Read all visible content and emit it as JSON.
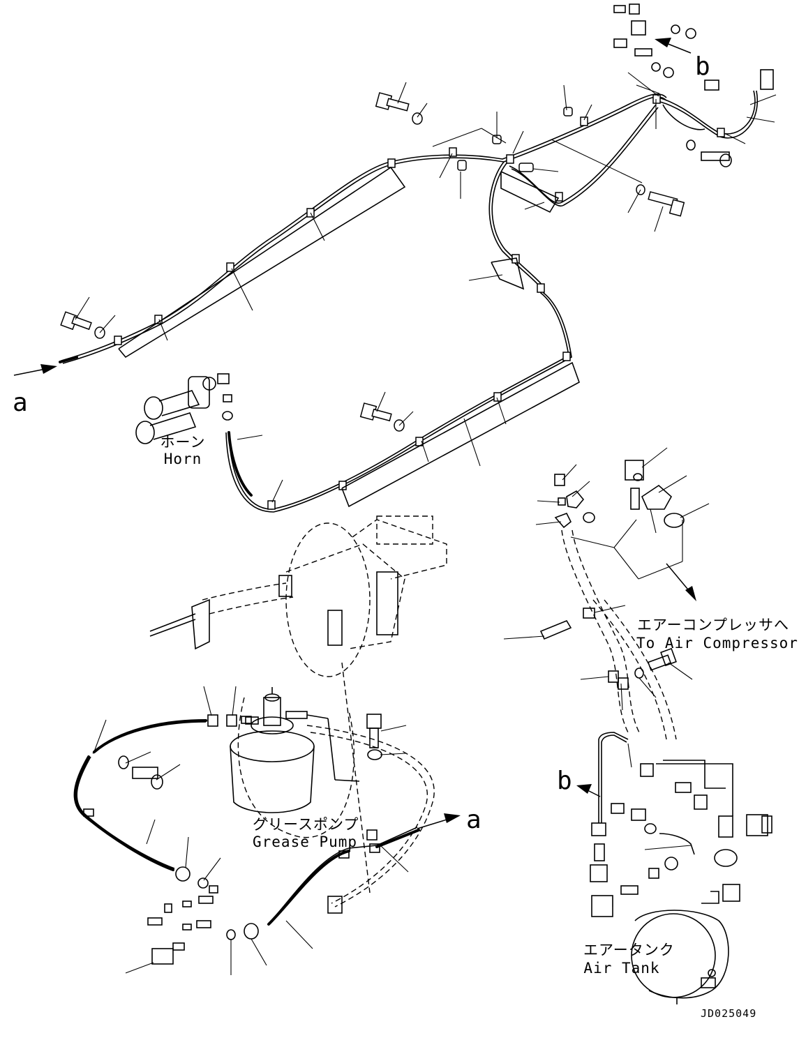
{
  "callouts": {
    "a_left": "a",
    "a_right": "a",
    "b_top": "b",
    "b_left": "b"
  },
  "labels": {
    "horn_jp": "ホーン",
    "horn_en": "Horn",
    "compressor_jp": "エアーコンプレッサへ",
    "compressor_en": "To Air Compressor",
    "grease_jp": "グリースポンプ",
    "grease_en": "Grease Pump",
    "tank_jp": "エアータンク",
    "tank_en": "Air Tank"
  },
  "drawing_number": "JD025049"
}
